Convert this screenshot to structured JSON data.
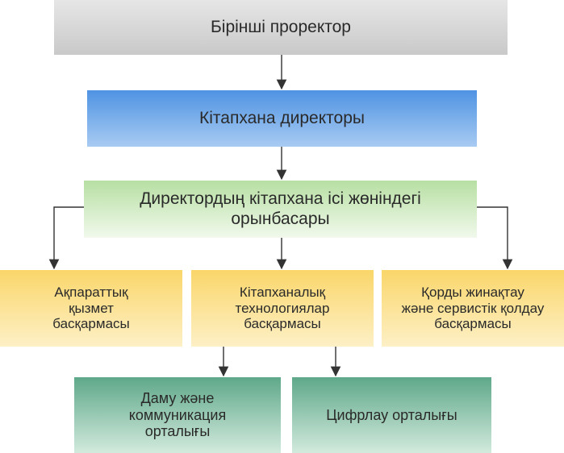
{
  "nodes": {
    "prorector": "Бірінші проректор",
    "director": "Кітапхана директоры",
    "deputy": [
      "Директордың кітапхана ісі жөніндегі",
      "орынбасары"
    ],
    "info": [
      "Ақпараттық",
      "қызмет",
      "басқармасы"
    ],
    "tech": [
      "Кітапханалық",
      "технологиялар",
      "басқармасы"
    ],
    "fund": [
      "Қорды жинақтау",
      "және сервистік қолдау",
      "басқармасы"
    ],
    "dev": [
      "Даму және",
      "коммуникация",
      "орталығы"
    ],
    "digital": "Цифрлау орталығы"
  },
  "colors": {
    "top": "#d3d3d3",
    "director": "#6aa6ea",
    "deputy": "#cfe9c2",
    "department": "#fbe29a",
    "center": "#8cc2a8",
    "connector": "#333333"
  }
}
